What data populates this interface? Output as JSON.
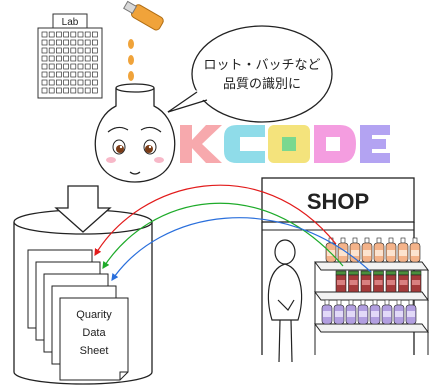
{
  "lab": {
    "label": "Lab"
  },
  "bubble": {
    "line1": "ロット・バッチなど",
    "line2": "品質の識別に"
  },
  "brand": {
    "letters": [
      "K",
      "C",
      "O",
      "D",
      "E"
    ],
    "colors": [
      "#f7a9ad",
      "#8fdce9",
      "#f4e37c",
      "#7ad88f",
      "#f49de0",
      "#b3a3f2"
    ]
  },
  "shop": {
    "sign": "SHOP"
  },
  "sheet": {
    "line1": "Quarity",
    "line2": "Data",
    "line3": "Sheet"
  },
  "arrows": {
    "colors": [
      "#e21b1b",
      "#1eab2a",
      "#2a6fdc"
    ]
  }
}
